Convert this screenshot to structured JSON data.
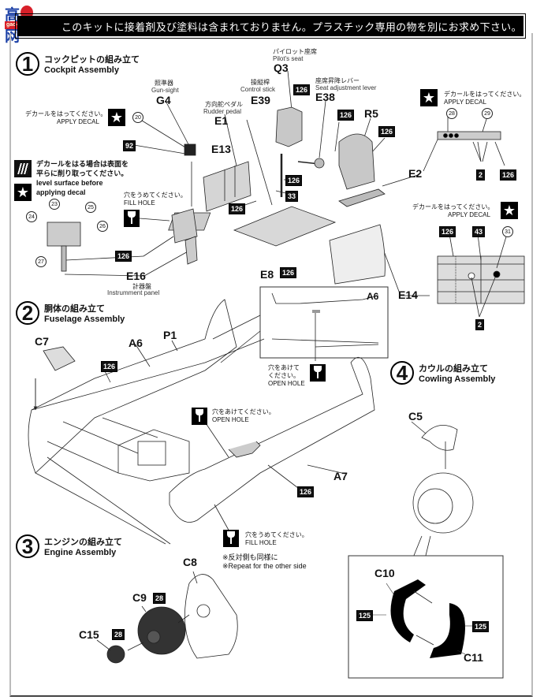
{
  "watermark": {
    "top": "高 网",
    "bottom": "gao-shou.com"
  },
  "banner": {
    "text": "このキットに接着剤及び塗料は含まれておりません。プラスチック専用の物を別にお求め下さい。"
  },
  "steps": [
    {
      "number": "1",
      "title_jp": "コックピットの組み立て",
      "title_en": "Cockpit Assembly"
    },
    {
      "number": "2",
      "title_jp": "胴体の組み立て",
      "title_en": "Fuselage Assembly"
    },
    {
      "number": "3",
      "title_jp": "エンジンの組み立て",
      "title_en": "Engine Assembly"
    },
    {
      "number": "4",
      "title_jp": "カウルの組み立て",
      "title_en": "Cowling Assembly"
    }
  ],
  "legend": {
    "level_surface_jp": "デカールをはる場合は表面を平らに削り取ってください。",
    "level_surface_en_1": "level surface before",
    "level_surface_en_2": "applying decal"
  },
  "instructions": {
    "apply_decal_jp": "デカールをはってください。",
    "apply_decal_en": "APPLY DECAL",
    "fill_hole_jp": "穴をうめてください。",
    "fill_hole_en": "FILL HOLE",
    "open_hole_jp": "穴をあけてください。",
    "open_hole_jp_a": "穴をあけて",
    "open_hole_jp_b": "ください。",
    "open_hole_en": "OPEN HOLE",
    "repeat_jp": "※反対側も同様に",
    "repeat_en": "※Repeat for the other side"
  },
  "parts": {
    "G4": {
      "code": "G4",
      "jp": "照準器",
      "en": "Gun-sight"
    },
    "Q3": {
      "code": "Q3",
      "jp": "パイロット座席",
      "en": "Pilot's seat"
    },
    "E39": {
      "code": "E39",
      "jp": "操縦桿",
      "en": "Control stick"
    },
    "E38": {
      "code": "E38",
      "jp": "座席昇降レバー",
      "en": "Seat adjustment lever"
    },
    "E1": {
      "code": "E1",
      "jp": "方向舵ペダル",
      "en": "Rudder pedal"
    },
    "E16": {
      "code": "E16",
      "jp": "計器盤",
      "en": "Instrumment panel"
    },
    "R5": "R5",
    "E13": "E13",
    "E2": "E2",
    "E8": "E8",
    "E14": "E14",
    "C7": "C7",
    "A6": "A6",
    "P1": "P1",
    "A7": "A7",
    "C5": "C5",
    "C8": "C8",
    "C9": "C9",
    "C15": "C15",
    "C10": "C10",
    "C11": "C11"
  },
  "paint_codes": {
    "p126": "126",
    "p125": "125",
    "p92": "92",
    "p33": "33",
    "p43": "43",
    "p28": "28",
    "p2": "2"
  },
  "decals": {
    "d20": "20",
    "d23": "23",
    "d24": "24",
    "d25": "25",
    "d26": "26",
    "d27": "27",
    "d28": "28",
    "d29": "29",
    "d31": "31"
  },
  "icons": {
    "star": "★"
  }
}
